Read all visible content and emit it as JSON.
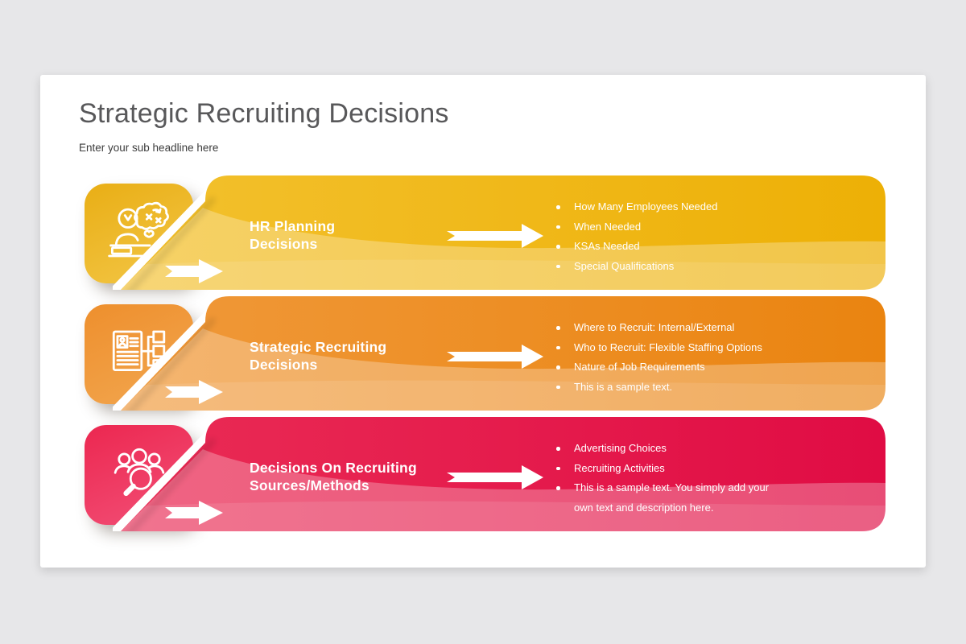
{
  "slide": {
    "title": "Strategic Recruiting Decisions",
    "subtitle": "Enter your sub headline here"
  },
  "colors": {
    "background": "#E7E7E9",
    "card": "#FFFFFF",
    "title_text": "#58585A",
    "subtitle_text": "#3C3C3C",
    "content_text": "#FFFFFF"
  },
  "rows": [
    {
      "icon": "brainstorm-planning-icon",
      "title_lines": [
        "HR Planning",
        "Decisions"
      ],
      "bullets": [
        "How Many Employees Needed",
        "When Needed",
        "KSAs Needed",
        "Special Qualifications"
      ],
      "colors": {
        "bar_from": "#F3C12E",
        "bar_to": "#EDB006",
        "box_from": "#E9AE15",
        "box_to": "#F3C748"
      }
    },
    {
      "icon": "resume-flow-icon",
      "title_lines": [
        "Strategic Recruiting",
        "Decisions"
      ],
      "bullets": [
        "Where to Recruit: Internal/External",
        "Who to Recruit: Flexible Staffing Options",
        "Nature of Job Requirements",
        "This is a sample text."
      ],
      "colors": {
        "bar_from": "#F0993A",
        "bar_to": "#EA8410",
        "box_from": "#EE8F2D",
        "box_to": "#F2A750"
      }
    },
    {
      "icon": "team-search-icon",
      "title_lines": [
        "Decisions On Recruiting",
        "Sources/Methods"
      ],
      "bullets": [
        "Advertising Choices",
        "Recruiting Activities",
        "This is a sample text. You simply add your own text and description here."
      ],
      "colors": {
        "bar_from": "#EA2C55",
        "bar_to": "#E00C44",
        "box_from": "#EC2750",
        "box_to": "#F25178"
      }
    }
  ]
}
